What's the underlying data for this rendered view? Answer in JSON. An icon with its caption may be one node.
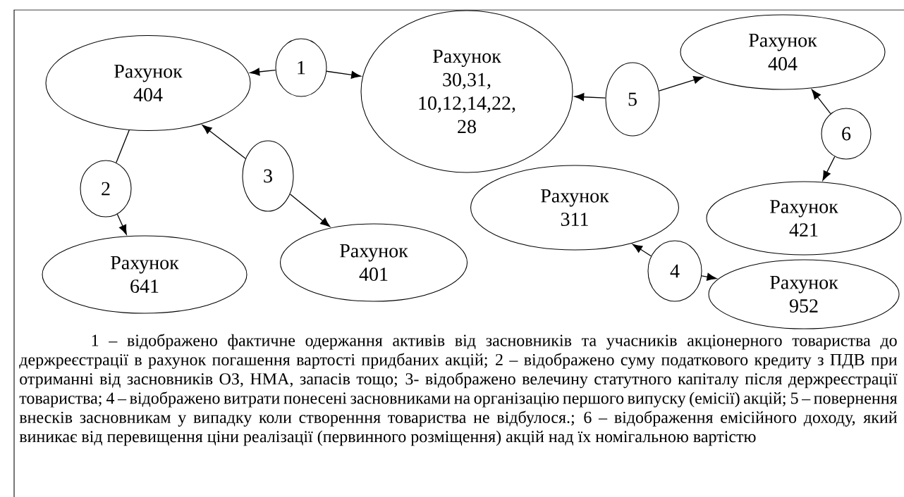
{
  "diagram": {
    "nodes": [
      {
        "text": [
          "Рахунок 404"
        ]
      },
      {
        "text": [
          "1"
        ]
      },
      {
        "text": [
          "Рахунок 30,31, 10,12,14,22, 28"
        ]
      },
      {
        "text": [
          "5"
        ]
      },
      {
        "text": [
          "Рахунок 404"
        ]
      },
      {
        "text": [
          "6"
        ]
      },
      {
        "text": [
          "2"
        ]
      },
      {
        "text": [
          "3"
        ]
      },
      {
        "text": [
          "Рахунок 311"
        ]
      },
      {
        "text": [
          "Рахунок 421"
        ]
      },
      {
        "text": [
          "Рахунок 641"
        ]
      },
      {
        "text": [
          "Рахунок 401"
        ]
      },
      {
        "text": [
          "4"
        ]
      },
      {
        "text": [
          "Рахунок 952"
        ]
      }
    ],
    "edges": [
      {
        "from": 1,
        "to": 0,
        "arrow": "to"
      },
      {
        "from": 1,
        "to": 2,
        "arrow": "to"
      },
      {
        "from": 3,
        "to": 2,
        "arrow": "to"
      },
      {
        "from": 3,
        "to": 4,
        "arrow": "to"
      },
      {
        "from": 5,
        "to": 4,
        "arrow": "to"
      },
      {
        "from": 5,
        "to": 9,
        "arrow": "to"
      },
      {
        "from": 0,
        "to": 6,
        "arrow": "none"
      },
      {
        "from": 6,
        "to": 10,
        "arrow": "to"
      },
      {
        "from": 7,
        "to": 0,
        "arrow": "to"
      },
      {
        "from": 7,
        "to": 11,
        "arrow": "to"
      },
      {
        "from": 12,
        "to": 8,
        "arrow": "to"
      },
      {
        "from": 12,
        "to": 13,
        "arrow": "to"
      }
    ],
    "caption": "1 – відображено фактичне одержання активів від засновників та учасників акціонерного товариства до держреєстрації в рахунок погашення вартості придбаних акцій; 2 –  відображено суму податкового кредиту з ПДВ при отриманні від  засновників ОЗ, НМА, запасів тощо; 3- відображено велечину статутного капіталу після держреєстрації товариства; 4 – відображено витрати понесені засновниками на організацію першого випуску (емісії) акцій;  5 – повернення внесків засновникам у випадку коли створенння товариства не відбулося.; 6 – відображення емісійного доходу, який виникає від перевищення ціни реалізації (первинного розміщення) акцій над їх номігальною вартістю"
  }
}
